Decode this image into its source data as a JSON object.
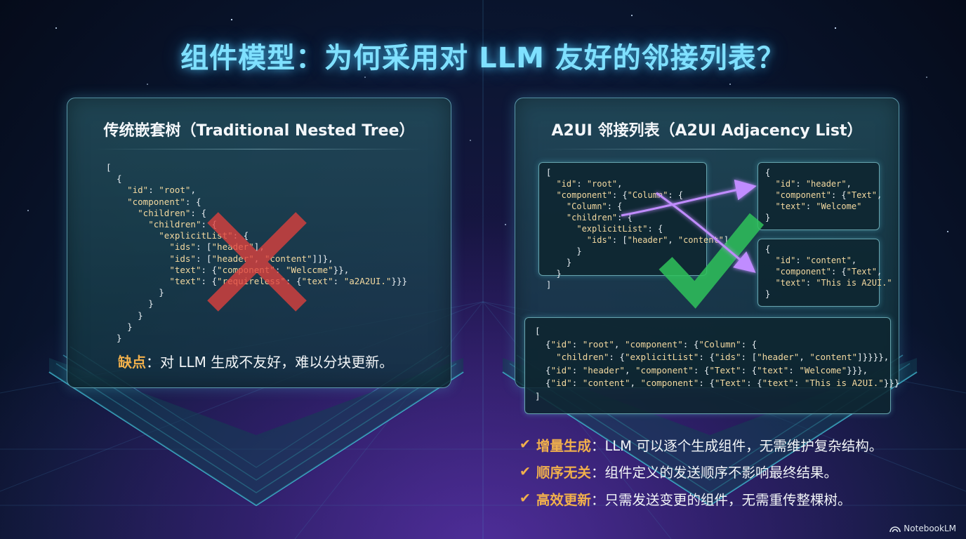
{
  "title": "组件模型：为何采用对 LLM 友好的邻接列表？",
  "left": {
    "heading": "传统嵌套树（Traditional Nested Tree）",
    "code": [
      "[",
      "  {",
      "    \"id\": \"root\",",
      "    \"component\": {",
      "      \"children\": {",
      "        \"children\": {",
      "          \"explicitList\": {",
      "            \"ids\": [\"header\"],",
      "            \"ids\": [\"header\", \"content\"]]},",
      "            \"text\": {\"component\": \"Welccme\"}},",
      "            \"text\": {\"requireless\": {\"text\": \"a2A2UI.\"}}}",
      "          }",
      "        }",
      "      }",
      "    }",
      "  }"
    ],
    "drawback_label": "缺点",
    "drawback_text": "：对 LLM 生成不友好，难以分块更新。",
    "mark": "x-mark-icon",
    "mark_color": "#e0413d"
  },
  "right": {
    "heading": "A2UI 邻接列表（A2UI Adjacency List）",
    "nested_code": [
      "[",
      "  \"id\": \"root\",",
      "  \"component\": {\"Column\": {",
      "    \"Column\": {",
      "    \"children\": {",
      "      \"explicitList\": {",
      "        \"ids\": [\"header\", \"content\"]",
      "      }",
      "    }",
      "  }",
      "]"
    ],
    "header_code": [
      "{",
      "  \"id\": \"header\",",
      "  \"component\": {\"Text\",",
      "  \"text\": \"Welcome\"",
      "}"
    ],
    "content_code": [
      "{",
      "  \"id\": \"content\",",
      "  \"component\": {\"Text\",",
      "  \"text\": \"This is A2UI.\"",
      "}"
    ],
    "flat_code": [
      "[",
      "  {\"id\": \"root\", \"component\": {\"Column\": {",
      "    \"children\": {\"explicitList\": {\"ids\": [\"header\", \"content\"]}}}},",
      "  {\"id\": \"header\", \"component\": {\"Text\": {\"text\": \"Welcome\"}}},",
      "  {\"id\": \"content\", \"component\": {\"Text\": {\"text\": \"This is A2UI.\"}}}",
      "]"
    ],
    "mark": "check-mark-icon",
    "mark_color": "#2fc25b",
    "arrow_color": "#c08cff"
  },
  "benefits": [
    {
      "label": "增量生成",
      "text": "：LLM 可以逐个生成组件，无需维护复杂结构。"
    },
    {
      "label": "顺序无关",
      "text": "：组件定义的发送顺序不影响最终结果。"
    },
    {
      "label": "高效更新",
      "text": "：只需发送变更的组件，无需重传整棵树。"
    }
  ],
  "check_glyph": "✔",
  "brand": "NotebookLM"
}
